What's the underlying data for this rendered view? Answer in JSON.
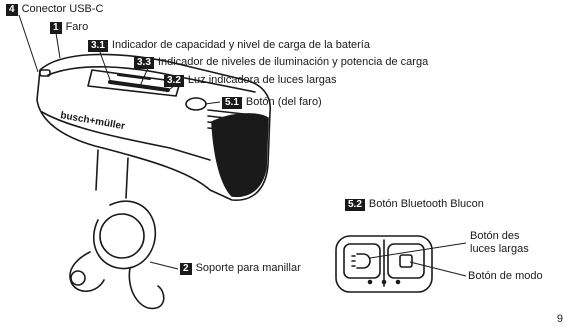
{
  "callouts": [
    {
      "number": "4",
      "text": "Conector USB-C"
    },
    {
      "number": "1",
      "text": "Faro"
    },
    {
      "number": "3.1",
      "text": "Indicador de capacidad y nivel de carga de la batería"
    },
    {
      "number": "3.3",
      "text": "Indicador de niveles de iluminación y potencia de carga"
    },
    {
      "number": "3.2",
      "text": "Luz indicadora de luces largas"
    },
    {
      "number": "5.1",
      "text": "Botón (del faro)"
    },
    {
      "number": "2",
      "text": "Soporte para manillar"
    },
    {
      "number": "5.2",
      "text": "Botón Bluetooth Blucon"
    }
  ],
  "labels": {
    "high_beam_button_line1": "Botón des",
    "high_beam_button_line2": "luces largas",
    "mode_button": "Botón de modo"
  },
  "device": {
    "brand_text": "busch+müller"
  },
  "page_number": "9"
}
